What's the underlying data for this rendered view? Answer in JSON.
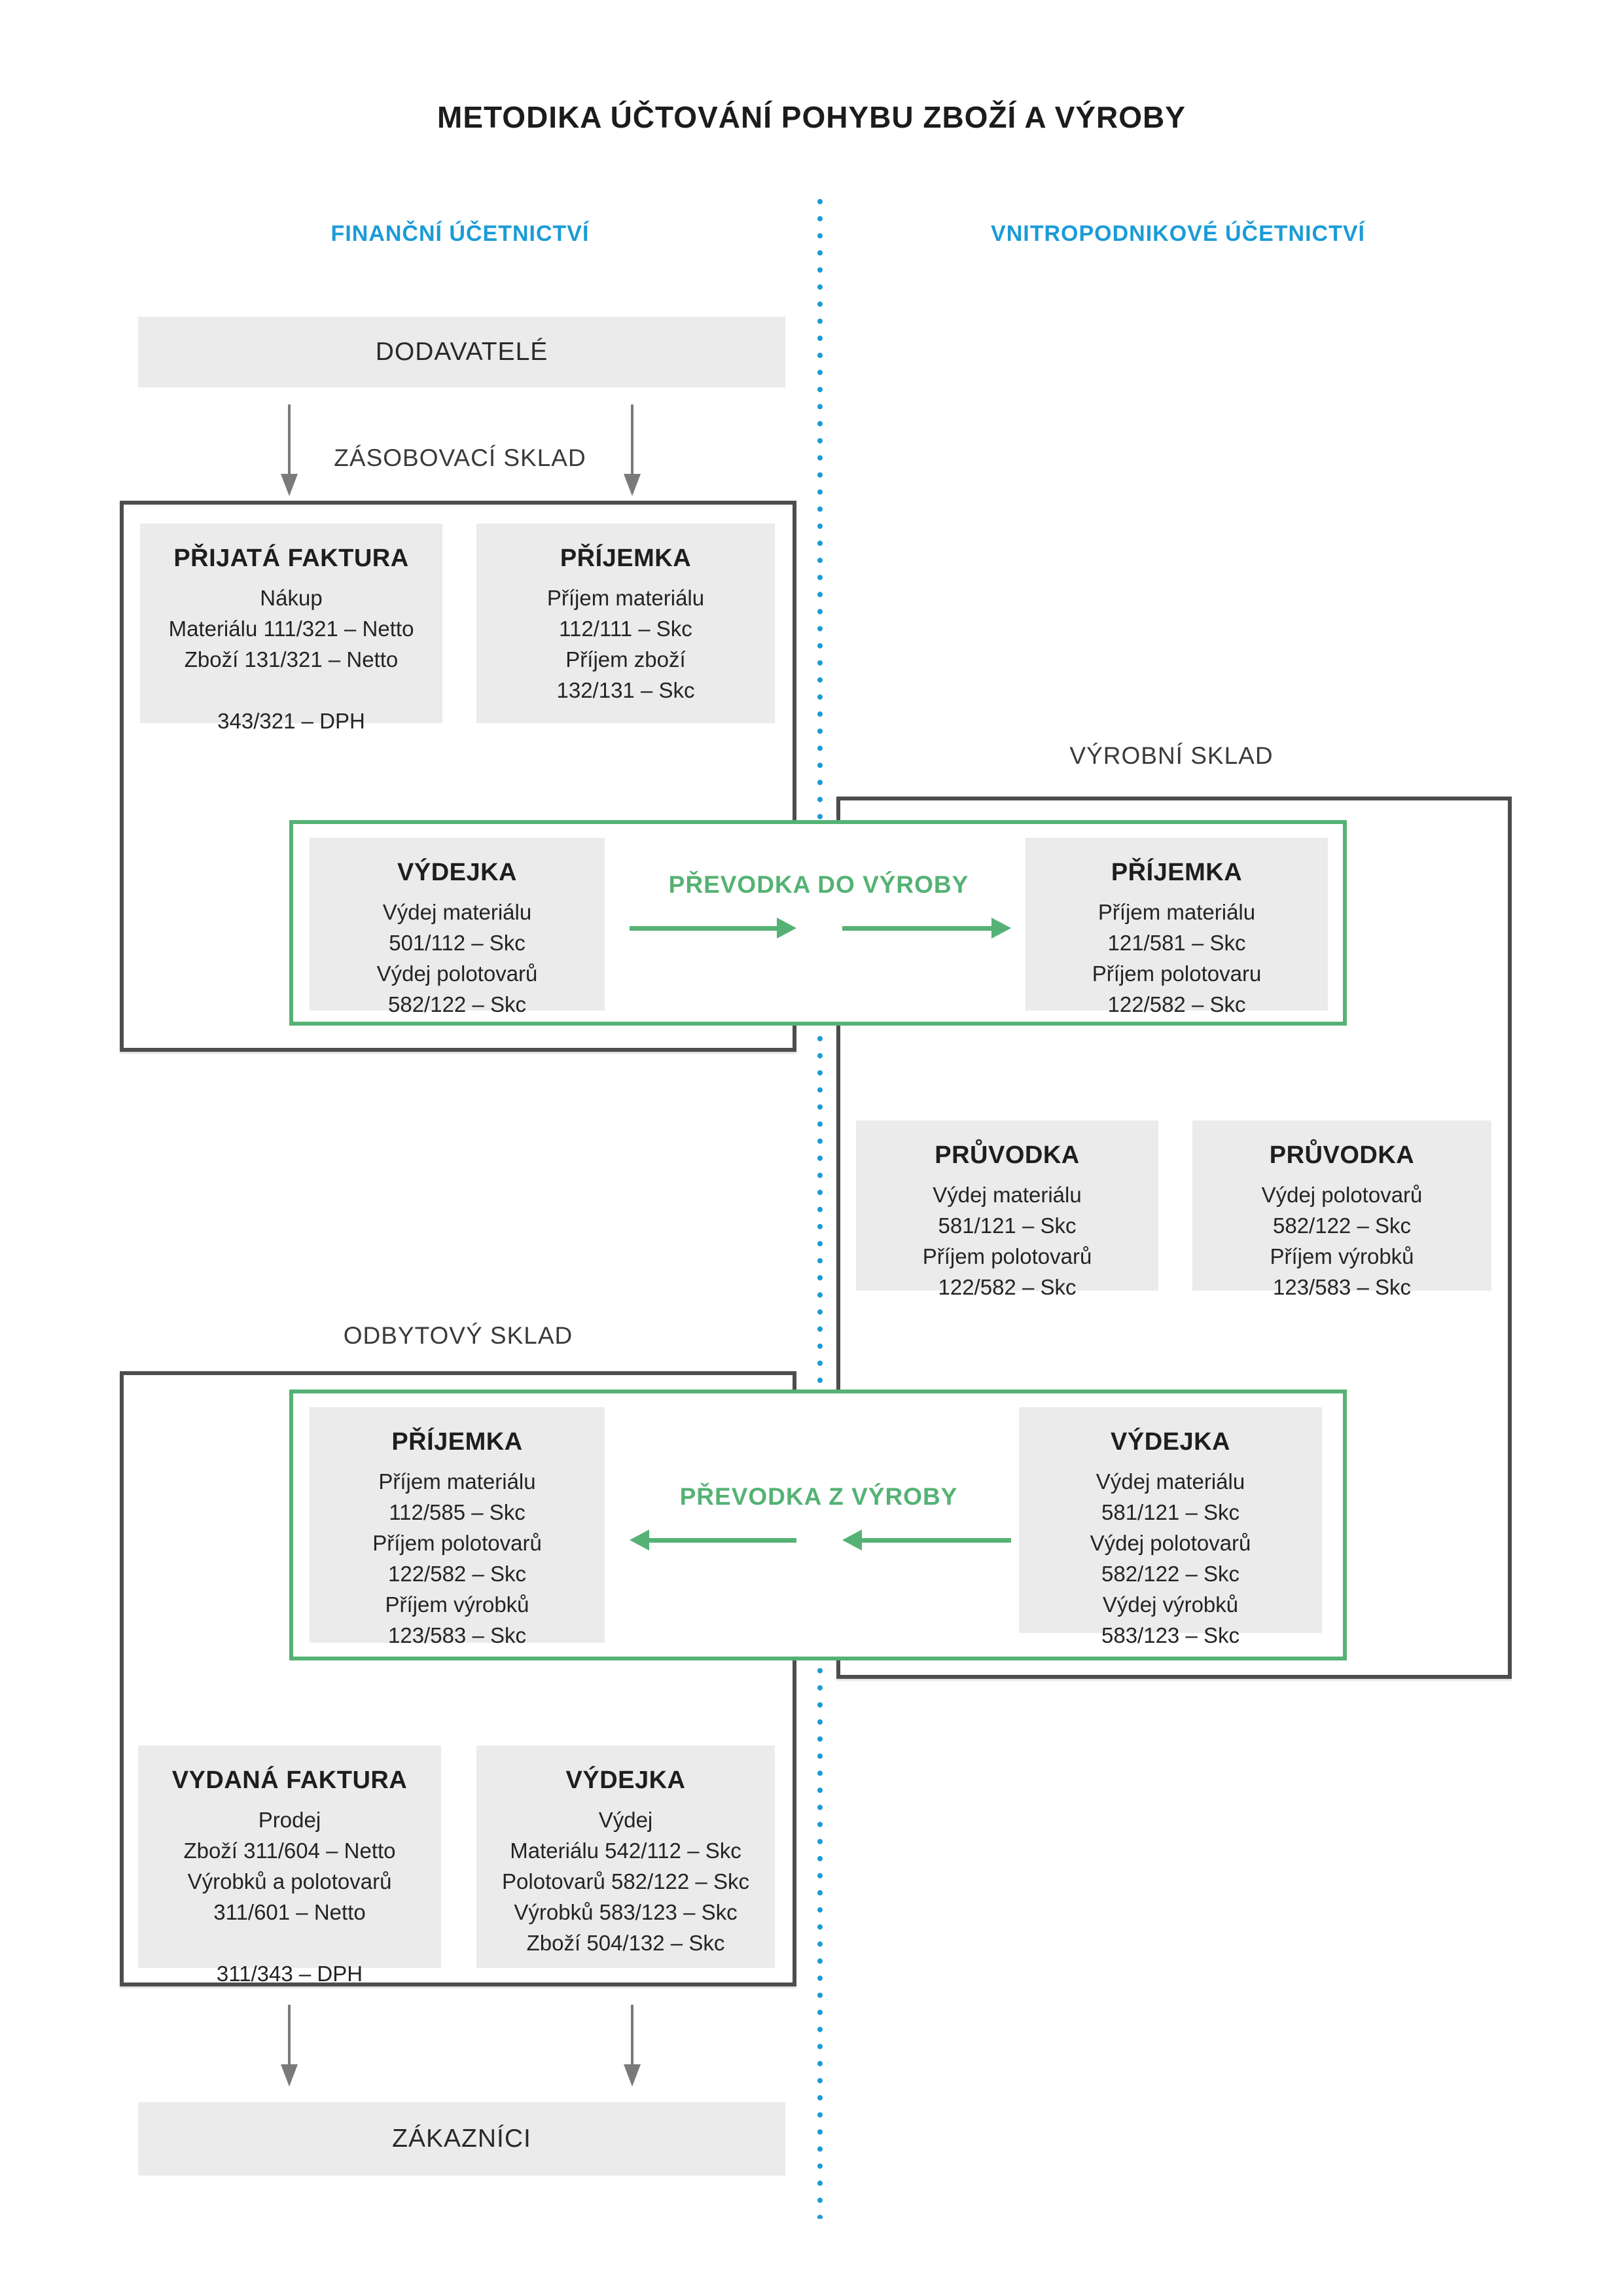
{
  "title": "METODIKA ÚČTOVÁNÍ POHYBU ZBOŽÍ A VÝROBY",
  "columns": {
    "left": "FINANČNÍ ÚČETNICTVÍ",
    "right": "VNITROPODNIKOVÉ ÚČETNICTVÍ"
  },
  "colors": {
    "accent_blue": "#1b9bd7",
    "accent_green": "#55b274",
    "box_fill": "#ebebeb",
    "border_dark": "#4d4d4d",
    "arrow_gray": "#7a7a7a"
  },
  "nodes": {
    "dodavatele": {
      "label": "DODAVATELÉ"
    },
    "zasobovaci_sklad": {
      "label": "ZÁSOBOVACÍ SKLAD"
    },
    "prijata_faktura": {
      "title": "PŘIJATÁ FAKTURA",
      "lines": [
        "Nákup",
        "Materiálu 111/321 – Netto",
        "Zboží 131/321 – Netto",
        "",
        "343/321 – DPH"
      ]
    },
    "prijemka_sklad": {
      "title": "PŘÍJEMKA",
      "lines": [
        "Příjem materiálu",
        "112/111 – Skc",
        "Příjem zboží",
        "132/131 – Skc"
      ]
    },
    "vydejka_do_vyroby": {
      "title": "VÝDEJKA",
      "lines": [
        "Výdej materiálu",
        "501/112 – Skc",
        "Výdej polotovarů",
        "582/122 – Skc"
      ]
    },
    "prevodka_do_vyroby": {
      "label": "PŘEVODKA DO VÝROBY"
    },
    "prijemka_vyroba": {
      "title": "PŘÍJEMKA",
      "lines": [
        "Příjem materiálu",
        "121/581 – Skc",
        "Příjem polotovaru",
        "122/582 – Skc"
      ]
    },
    "vyrobni_sklad": {
      "label": "VÝROBNÍ SKLAD"
    },
    "pruvodka_1": {
      "title": "PRŮVODKA",
      "lines": [
        "Výdej materiálu",
        "581/121 – Skc",
        "Příjem polotovarů",
        "122/582 – Skc"
      ]
    },
    "pruvodka_2": {
      "title": "PRŮVODKA",
      "lines": [
        "Výdej polotovarů",
        "582/122 – Skc",
        "Příjem výrobků",
        "123/583 – Skc"
      ]
    },
    "odbytovy_sklad": {
      "label": "ODBYTOVÝ SKLAD"
    },
    "prijemka_odbyt": {
      "title": "PŘÍJEMKA",
      "lines": [
        "Příjem materiálu",
        "112/585 – Skc",
        "Příjem polotovarů",
        "122/582 – Skc",
        "Příjem výrobků",
        "123/583 – Skc"
      ]
    },
    "prevodka_z_vyroby": {
      "label": "PŘEVODKA Z VÝROBY"
    },
    "vydejka_z_vyroby": {
      "title": "VÝDEJKA",
      "lines": [
        "Výdej materiálu",
        "581/121 – Skc",
        "Výdej polotovarů",
        "582/122 – Skc",
        "Výdej výrobků",
        "583/123 – Skc"
      ]
    },
    "vydana_faktura": {
      "title": "VYDANÁ FAKTURA",
      "lines": [
        "Prodej",
        "Zboží 311/604 – Netto",
        "Výrobků a polotovarů",
        "311/601 – Netto",
        "",
        "311/343 – DPH"
      ]
    },
    "vydejka_prodej": {
      "title": "VÝDEJKA",
      "lines": [
        "Výdej",
        "Materiálu 542/112 – Skc",
        "Polotovarů 582/122 – Skc",
        "Výrobků 583/123 – Skc",
        "Zboží 504/132 – Skc"
      ]
    },
    "zakaznici": {
      "label": "ZÁKAZNÍCI"
    }
  }
}
